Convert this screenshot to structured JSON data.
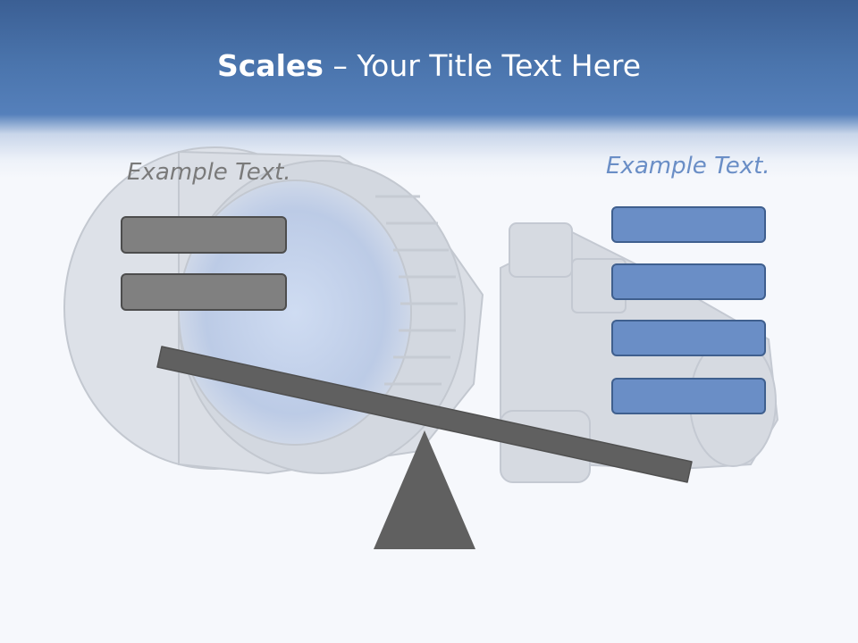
{
  "title": {
    "bold": "Scales",
    "rest": " – Your Title Text Here"
  },
  "left": {
    "label": "Example Text.",
    "box_count": 2
  },
  "right": {
    "label": "Example Text.",
    "box_count": 4
  },
  "colors": {
    "header": "#4a74ac",
    "grey_box": "#808080",
    "blue_box": "#6a8ec6",
    "beam": "#606060"
  }
}
